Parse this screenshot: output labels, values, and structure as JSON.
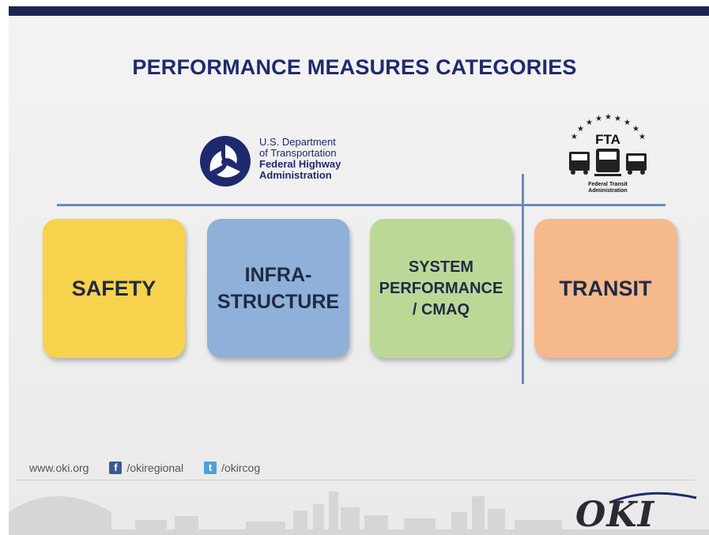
{
  "title": "PERFORMANCE MEASURES CATEGORIES",
  "fhwa": {
    "line1": "U.S. Department",
    "line2": "of Transportation",
    "line3": "Federal Highway",
    "line4": "Administration"
  },
  "fta": {
    "acronym": "FTA",
    "line1": "Federal Transit",
    "line2": "Administration"
  },
  "categories": [
    {
      "lines": [
        "SAFETY"
      ],
      "color": "#f7d24c"
    },
    {
      "lines": [
        "INFRA-",
        "STRUCTURE"
      ],
      "color": "#8fb0d8"
    },
    {
      "lines": [
        "SYSTEM",
        "PERFORMANCE",
        "/ CMAQ"
      ],
      "color": "#bcd897"
    },
    {
      "lines": [
        "TRANSIT"
      ],
      "color": "#f6b98c"
    }
  ],
  "footer": {
    "website": "www.oki.org",
    "facebook": "/okiregional",
    "twitter": "/okircog",
    "facebook_icon": "facebook-icon",
    "twitter_icon": "twitter-icon"
  },
  "brand": {
    "logo": "OKI",
    "accent": "#1f2a6e",
    "topbar": "#1d2352",
    "divider": "#6d8cb6"
  }
}
